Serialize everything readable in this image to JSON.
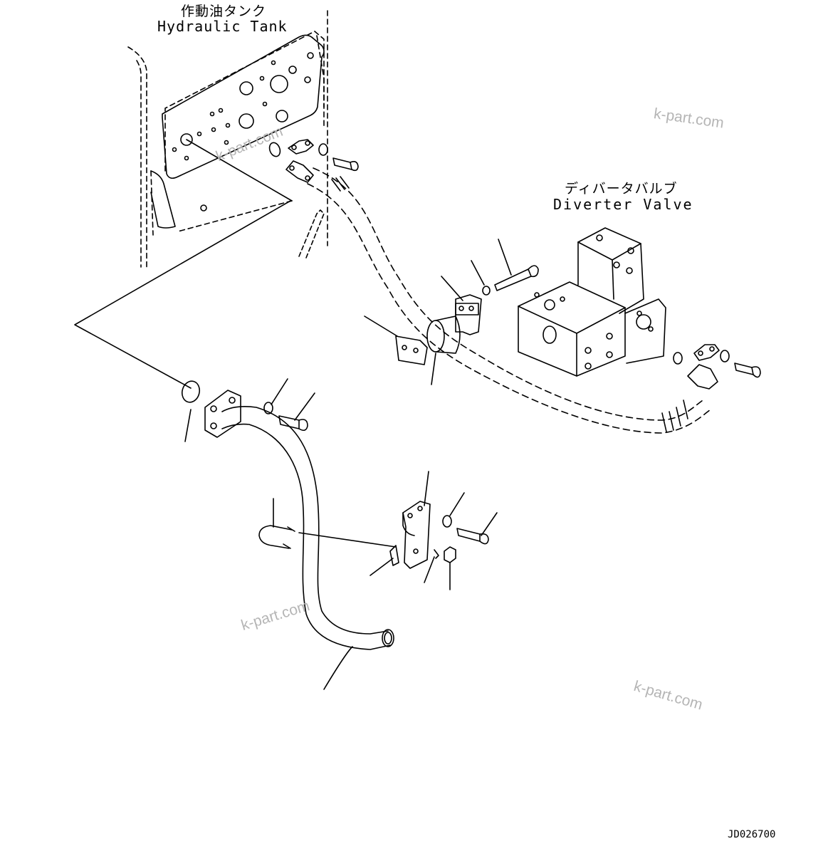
{
  "labels": {
    "tank_jp": "作動油タンク",
    "tank_en": "Hydraulic Tank",
    "valve_jp": "ディバータバルブ",
    "valve_en": "Diverter Valve",
    "drawing_id": "JD026700"
  },
  "watermarks": [
    "k-part.com",
    "k-part.com",
    "k-part.com",
    "k-part.com"
  ],
  "colors": {
    "line": "#000000",
    "watermark": "#b5b5b5",
    "background": "#ffffff"
  }
}
